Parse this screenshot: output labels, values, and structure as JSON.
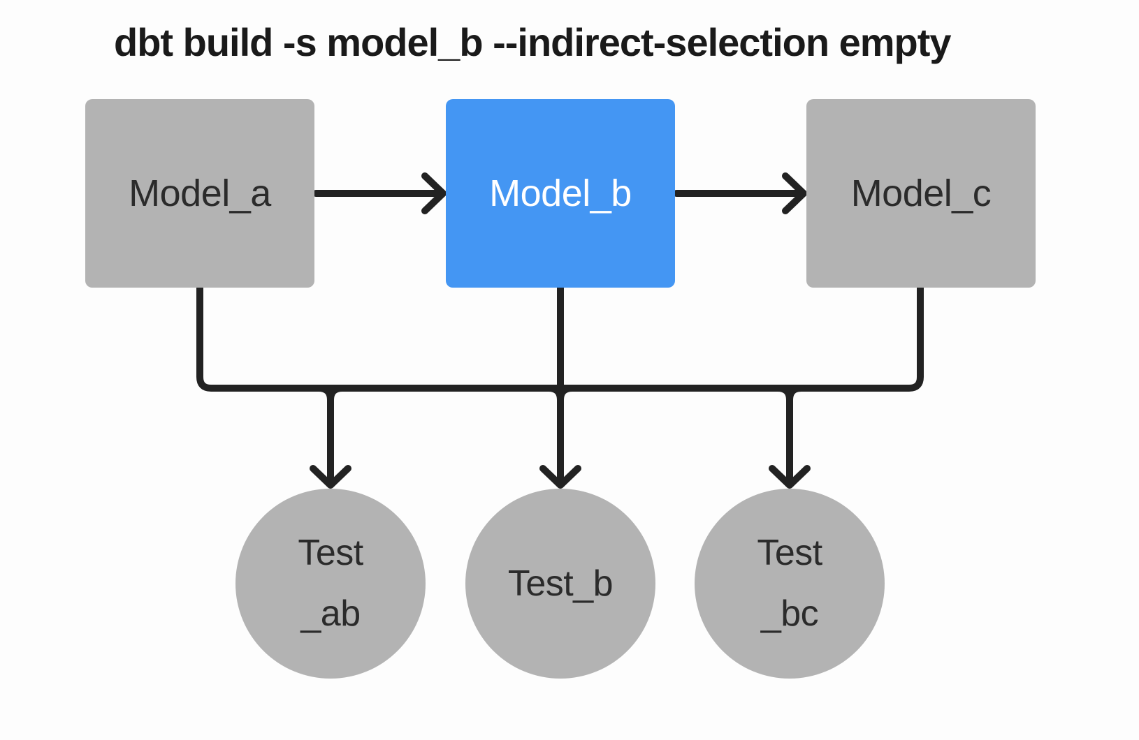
{
  "title": "dbt build -s model_b --indirect-selection empty",
  "nodes": {
    "model_a": {
      "label": "Model_a",
      "kind": "model",
      "selected": false
    },
    "model_b": {
      "label": "Model_b",
      "kind": "model",
      "selected": true
    },
    "model_c": {
      "label": "Model_c",
      "kind": "model",
      "selected": false
    },
    "test_ab": {
      "line1": "Test",
      "line2": "_ab",
      "kind": "test"
    },
    "test_b": {
      "label": "Test_b",
      "kind": "test"
    },
    "test_bc": {
      "line1": "Test",
      "line2": "_bc",
      "kind": "test"
    }
  },
  "edges": [
    {
      "from": "model_a",
      "to": "model_b"
    },
    {
      "from": "model_b",
      "to": "model_c"
    },
    {
      "from": "model_a",
      "to": "test_ab"
    },
    {
      "from": "model_b",
      "to": "test_ab"
    },
    {
      "from": "model_b",
      "to": "test_b"
    },
    {
      "from": "model_b",
      "to": "test_bc"
    },
    {
      "from": "model_c",
      "to": "test_bc"
    }
  ],
  "colors": {
    "background": "#fdfdfd",
    "node_gray": "#b3b3b3",
    "selected_blue": "#4496f3",
    "line": "#222222",
    "text_dark": "#2b2b2b",
    "text_on_selected": "#ffffff",
    "title_text": "#1a1a1a"
  }
}
